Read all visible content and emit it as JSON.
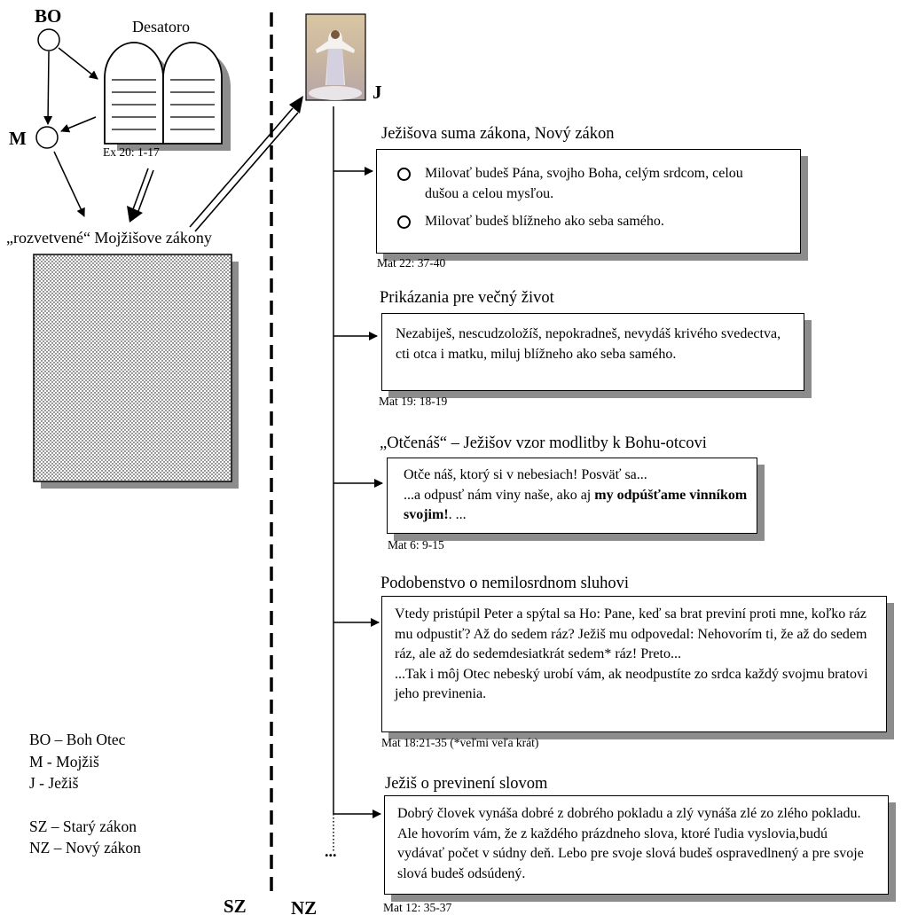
{
  "left": {
    "bo_label": "BO",
    "m_label": "M",
    "tablets_title": "Desatoro",
    "tablets_ref": "Ex 20: 1-17",
    "laws_title": "„rozvetvené“ Mojžišove zákony"
  },
  "divider": {
    "sz_label": "SZ",
    "nz_label": "NZ"
  },
  "jesus": {
    "label": "J",
    "image": "jesus-figure",
    "continuation": "..."
  },
  "sections": [
    {
      "heading": "Ježišova suma zákona, Nový zákon",
      "bullets": [
        "Milovať budeš Pána, svojho Boha, celým srdcom, celou dušou a celou mysľou.",
        "Milovať budeš blížneho ako seba samého."
      ],
      "ref": "Mat 22: 37-40"
    },
    {
      "heading": "Prikázania pre večný život",
      "text": "Nezabiješ, nescudzoložíš, nepokradneš, nevydáš krivého svedectva, cti otca i matku, miluj blížneho ako seba samého.",
      "ref": "Mat 19: 18-19"
    },
    {
      "heading": "„Otčenáš“ – Ježišov vzor modlitby k Bohu-otcovi",
      "line1": "Otče náš, ktorý si v nebesiach! Posväť sa...",
      "line2_start": "...a odpusť nám viny naše, ako aj ",
      "line2_bold": "my odpúšťame vinníkom svojim!",
      "line2_end": ". ...",
      "ref": "Mat 6: 9-15"
    },
    {
      "heading": "Podobenstvo o nemilosrdnom sluhovi",
      "text1": "Vtedy pristúpil Peter a spýtal sa Ho: Pane, keď sa brat previní proti mne, koľko ráz mu odpustiť? Až do sedem ráz? Ježiš mu odpovedal: Nehovorím ti, že až do sedem ráz, ale až do sedemdesiatkrát sedem* ráz! Preto...",
      "text2": "...Tak i môj Otec nebeský urobí vám, ak neodpustíte zo srdca každý svojmu bratovi jeho previnenia.",
      "ref": "Mat 18:21-35 (*veľmi veľa krát)"
    },
    {
      "heading": "Ježiš o previnení slovom",
      "text": "Dobrý človek vynáša dobré z dobrého pokladu a zlý vynáša zlé zo zlého pokladu. Ale hovorím vám, že z každého prázdneho slova, ktoré ľudia vyslovia,budú vydávať počet v súdny deň. Lebo pre svoje slová budeš ospravedlnený a pre svoje slová budeš odsúdený.",
      "ref": "Mat 12: 35-37"
    }
  ],
  "legend": [
    "BO – Boh Otec",
    "M - Mojžiš",
    "J - Ježiš",
    "SZ – Starý zákon",
    "NZ – Nový zákon"
  ]
}
